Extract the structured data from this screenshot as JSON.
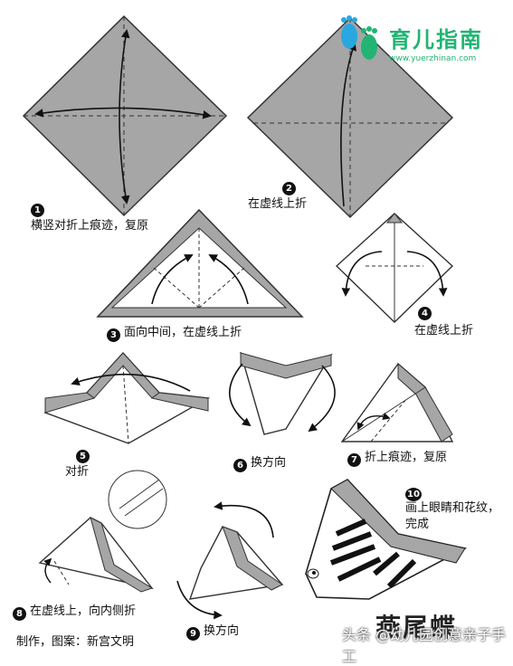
{
  "logo": {
    "text": "育儿指南",
    "url": "www.yuerzhinan.com"
  },
  "steps": [
    {
      "num": "1",
      "text": "横竖对折上痕迹，复原"
    },
    {
      "num": "2",
      "text": "在虚线上折"
    },
    {
      "num": "3",
      "text": "面向中间，在虚线上折"
    },
    {
      "num": "4",
      "text": "在虚线上折"
    },
    {
      "num": "5",
      "text": "对折"
    },
    {
      "num": "6",
      "text": "换方向"
    },
    {
      "num": "7",
      "text": "折上痕迹，复原"
    },
    {
      "num": "8",
      "text": "在虚线上，向内侧折"
    },
    {
      "num": "9",
      "text": "换方向"
    },
    {
      "num": "10",
      "text": "画上眼睛和花纹，",
      "text2": "完成"
    }
  ],
  "credit": "制作，图案：新宫文明",
  "title": "燕尾蝶",
  "watermark": "头条 @幼儿园创意亲子手工",
  "colors": {
    "paper_gray": "#a6a6a6",
    "logo_green": "#22b473",
    "logo_blue": "#2aa7df"
  }
}
